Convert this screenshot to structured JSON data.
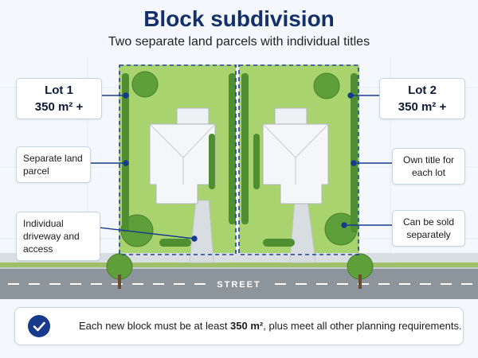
{
  "title": "Block subdivision",
  "subtitle": "Two separate land parcels with individual titles",
  "lots": [
    {
      "name": "Lot 1",
      "area": "350 m² +"
    },
    {
      "name": "Lot 2",
      "area": "350 m² +"
    }
  ],
  "callouts": {
    "separate_parcel": "Separate land parcel",
    "driveway": "Individual driveway and access",
    "own_title": "Own title for each lot",
    "sold_separately": "Can be sold separately"
  },
  "street": "STREET",
  "banner": {
    "text_before": "Each new block must be at least ",
    "text_bold": "350 m²",
    "text_after": ", plus meet all other planning requirements."
  },
  "colors": {
    "title": "#14306b",
    "lot_boundary": "#1f3f9a",
    "lawn": "#a9d36e",
    "road": "#8d959c",
    "check_badge": "#173a8c"
  },
  "icons": [
    "check-icon"
  ]
}
